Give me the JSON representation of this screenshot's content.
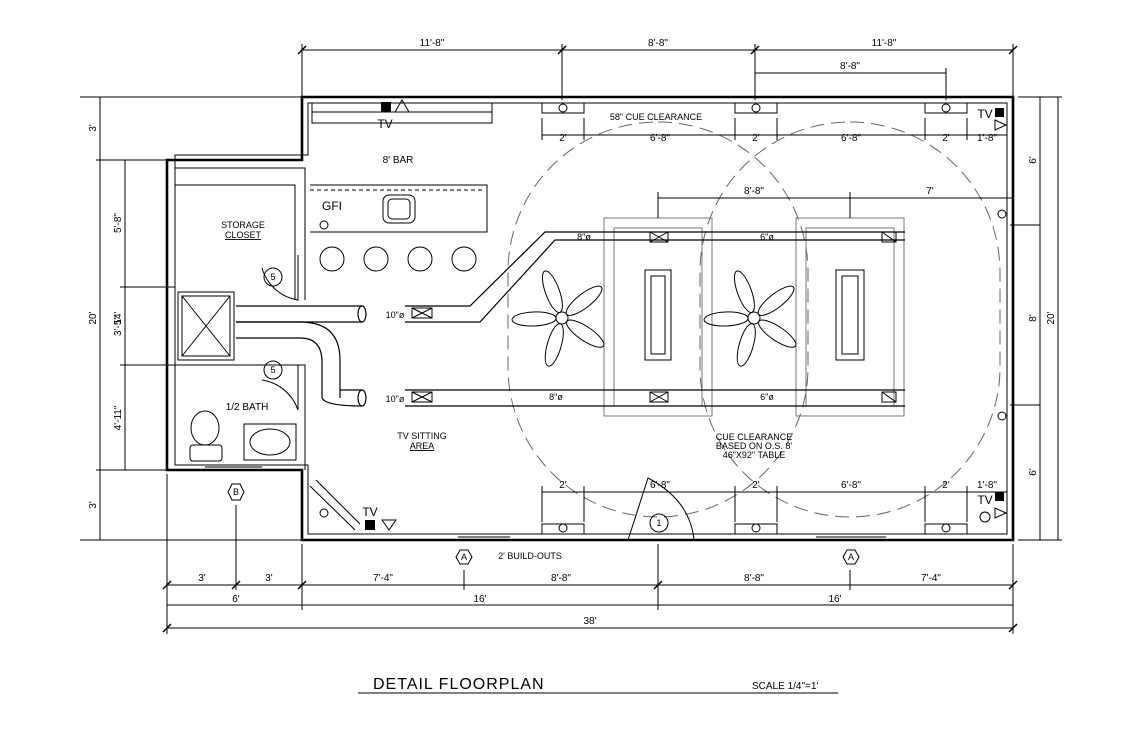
{
  "title": {
    "main": "DETAIL FLOORPLAN",
    "scale": "SCALE 1/4\"=1'"
  },
  "dimensions": {
    "top_row": [
      "11'-8\"",
      "8'-8\"",
      "11'-8\""
    ],
    "top_inner": "8'-8\"",
    "top_clear_row": [
      "2'",
      "6'-8\"",
      "2'",
      "6'-8\"",
      "2'",
      "1'-8\""
    ],
    "mid_row": [
      "8'-8\"",
      "7'"
    ],
    "lower_clear_row": [
      "2'",
      "6'-8\"",
      "2'",
      "6'-8\"",
      "2'",
      "1'-8\""
    ],
    "bottom_row1": [
      "3'",
      "3'",
      "7'-4\"",
      "8'-8\"",
      "8'-8\"",
      "7'-4\""
    ],
    "bottom_row2": [
      "6'",
      "16'",
      "16'"
    ],
    "bottom_total": "38'",
    "left_outer": "20'",
    "left_mid": "14'",
    "left_parts": [
      "3'",
      "5'-8\"",
      "3'-5\"",
      "4'-11\"",
      "3'"
    ],
    "right_outer": "20'",
    "right_parts": [
      "6'",
      "8'",
      "6'"
    ]
  },
  "labels": {
    "storage_line1": "STORAGE",
    "storage_line2": "CLOSET",
    "bar": "8' BAR",
    "gfi": "GFI",
    "bath": "1/2 BATH",
    "tv_sitting": "TV SITTING",
    "area": "AREA",
    "cue_clearance_top": "58\" CUE CLEARANCE",
    "cue_note_1": "CUE CLEARANCE",
    "cue_note_2": "BASED ON O.S. 8'",
    "cue_note_3": "46\"X92\" TABLE",
    "build_outs": "2' BUILD-OUTS",
    "tv": "TV",
    "duct_upper": [
      "8\"ø",
      "6\"ø"
    ],
    "duct_lower": [
      "8\"ø",
      "6\"ø"
    ],
    "duct_main": "10\"ø"
  },
  "tags": {
    "door_5": "5",
    "door_1": "1",
    "section_a": "A",
    "section_b": "B"
  }
}
